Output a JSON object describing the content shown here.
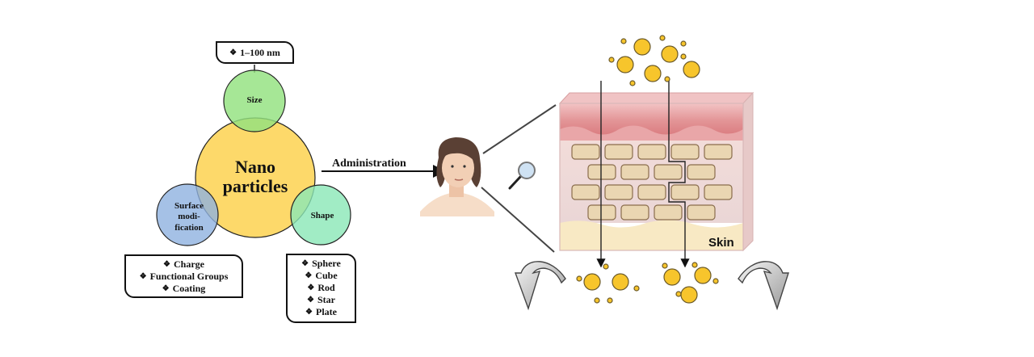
{
  "central_circle": {
    "label_line1": "Nano",
    "label_line2": "particles"
  },
  "size_circle": {
    "label": "Size"
  },
  "shape_circle": {
    "label": "Shape"
  },
  "surface_circle": {
    "line1": "Surface",
    "line2": "modi-",
    "line3": "fication"
  },
  "size_box": {
    "items": [
      "1–100 nm"
    ]
  },
  "surface_box": {
    "items": [
      "Charge",
      "Functional Groups",
      "Coating"
    ]
  },
  "shape_box": {
    "items": [
      "Sphere",
      "Cube",
      "Rod",
      "Star",
      "Plate"
    ]
  },
  "administration_label": "Administration",
  "skin_label": "Skin",
  "bullet_symbol": "❖",
  "colors": {
    "nanoparticle_circle": "#fdd96a",
    "size_circle": "#93e27f",
    "shape_circle": "#8ae7b7",
    "surface_circle": "#8fb2e0",
    "particle_fill": "#f7c52c",
    "skin_epidermis": "#e59a9d",
    "skin_fat": "#f8e9c4"
  }
}
